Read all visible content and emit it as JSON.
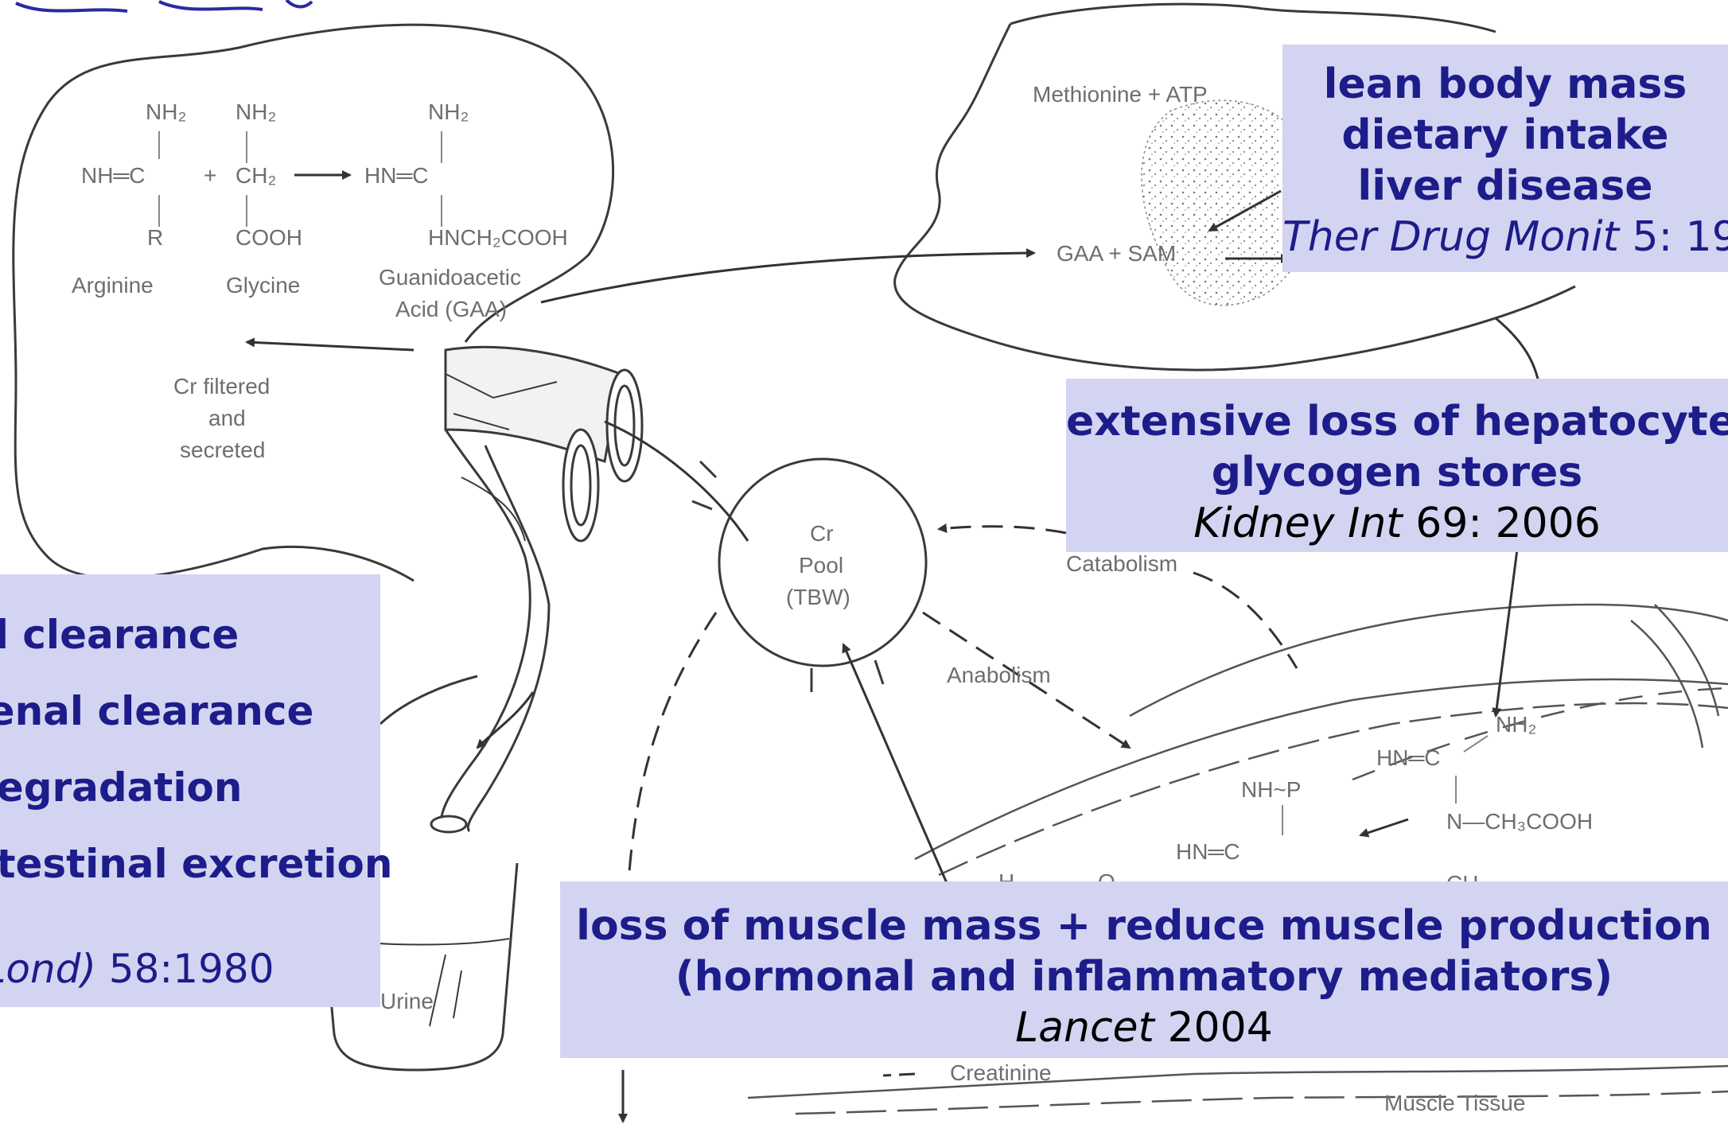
{
  "molecules": {
    "arginine": {
      "nh2": "NH₂",
      "nh_c": "NH═C",
      "r": "R",
      "name": "Arginine"
    },
    "glycine": {
      "plus": "+",
      "nh2": "NH₂",
      "ch2": "CH₂",
      "cooh": "COOH",
      "name": "Glycine"
    },
    "gaa": {
      "nh2": "NH₂",
      "hn_c": "HN═C",
      "side": "HNCH₂COOH",
      "name1": "Guanidoacetic",
      "name2": "Acid (GAA)"
    }
  },
  "kidney": {
    "filtered1": "Cr filtered",
    "filtered2": "and",
    "filtered3": "secreted",
    "urine": "Urine"
  },
  "liver": {
    "methionine": "Methionine  +  ATP",
    "gaa_sam": "GAA  +  SAM"
  },
  "pool": {
    "cr": "Cr",
    "pool": "Pool",
    "tbw": "(TBW)"
  },
  "fluxes": {
    "catabolism": "Catabolism",
    "anabolism": "Anabolism",
    "creatinine": "Creatinine",
    "muscle_tissue": "Muscle Tissue"
  },
  "muscle_chem": {
    "nh2": "NH₂",
    "hn_c": "HN═C",
    "n_ch": "N—CH₃COOH",
    "nhp": "NH~P",
    "hn_c2": "HN═C",
    "ch": "CH",
    "h": "H",
    "o": "O"
  },
  "annotations": {
    "liver_box": {
      "line1": "lean body mass",
      "line2": "dietary intake",
      "line3": "liver disease",
      "cite_journal": "Ther Drug Monit",
      "cite_rest": " 5: 19"
    },
    "hepato_box": {
      "line1": "extensive loss of hepatocyte",
      "line2": "glycogen stores",
      "cite_journal": "Kidney Int",
      "cite_rest": " 69: 2006"
    },
    "renal_box": {
      "line1": "al clearance",
      "line2": "renal clearance",
      "line3": "degradation",
      "line4": "ntestinal excretion",
      "cite_journal": "(Lond)",
      "cite_rest": " 58:1980"
    },
    "muscle_box": {
      "line1": "loss of muscle mass + reduce muscle production",
      "line2": "(hormonal and inflammatory mediators)",
      "cite_journal": "Lancet",
      "cite_rest": "  2004"
    }
  },
  "colors": {
    "box_fill": "#d3d4f1",
    "box_text": "#1c1c8a",
    "line_art": "#3a3a3a",
    "label": "#6e6e6e"
  }
}
